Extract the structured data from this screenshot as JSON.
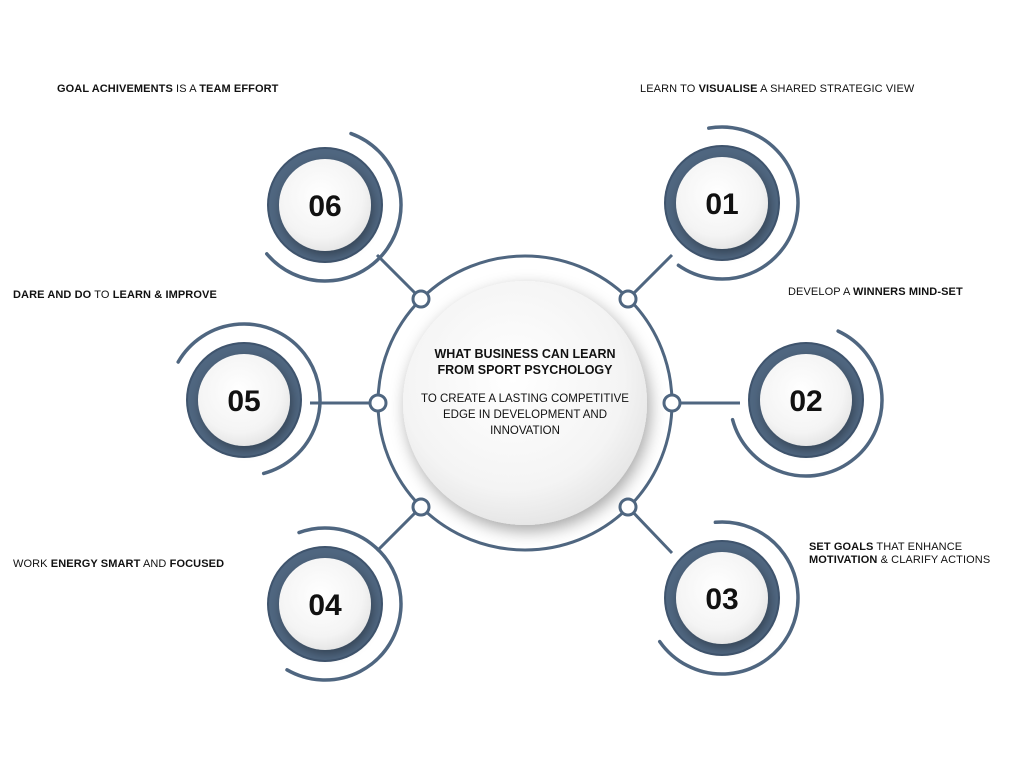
{
  "colors": {
    "ring": "#4f6680",
    "ring_dark": "#3f546d",
    "line": "#4f6680",
    "disc": "#f5f5f5",
    "text": "#111111"
  },
  "center": {
    "title": "WHAT BUSINESS CAN LEARN FROM SPORT PSYCHOLOGY",
    "subtitle": "TO CREATE A LASTING COMPETITIVE EDGE IN DEVELOPMENT AND INNOVATION"
  },
  "items": [
    {
      "number": "01",
      "parts": [
        {
          "text": "LEARN TO ",
          "bold": false
        },
        {
          "text": "VISUALISE",
          "bold": true
        },
        {
          "text": " A SHARED STRATEGIC VIEW",
          "bold": false
        }
      ]
    },
    {
      "number": "02",
      "parts": [
        {
          "text": "DEVELOP A ",
          "bold": false
        },
        {
          "text": "WINNERS MIND-SET",
          "bold": true
        }
      ]
    },
    {
      "number": "03",
      "parts": [
        {
          "text": "SET GOALS",
          "bold": true
        },
        {
          "text": " THAT ENHANCE",
          "bold": false
        },
        {
          "text": "\n",
          "bold": false
        },
        {
          "text": "MOTIVATION",
          "bold": true
        },
        {
          "text": " & CLARIFY ACTIONS",
          "bold": false
        }
      ]
    },
    {
      "number": "04",
      "parts": [
        {
          "text": "WORK ",
          "bold": false
        },
        {
          "text": "ENERGY SMART",
          "bold": true
        },
        {
          "text": " AND ",
          "bold": false
        },
        {
          "text": "FOCUSED",
          "bold": true
        }
      ]
    },
    {
      "number": "05",
      "parts": [
        {
          "text": "DARE AND DO",
          "bold": true
        },
        {
          "text": " TO ",
          "bold": false
        },
        {
          "text": "LEARN & IMPROVE",
          "bold": true
        }
      ]
    },
    {
      "number": "06",
      "parts": [
        {
          "text": "GOAL ACHIVEMENTS",
          "bold": true
        },
        {
          "text": " IS A ",
          "bold": false
        },
        {
          "text": "TEAM EFFORT",
          "bold": true
        }
      ]
    }
  ]
}
